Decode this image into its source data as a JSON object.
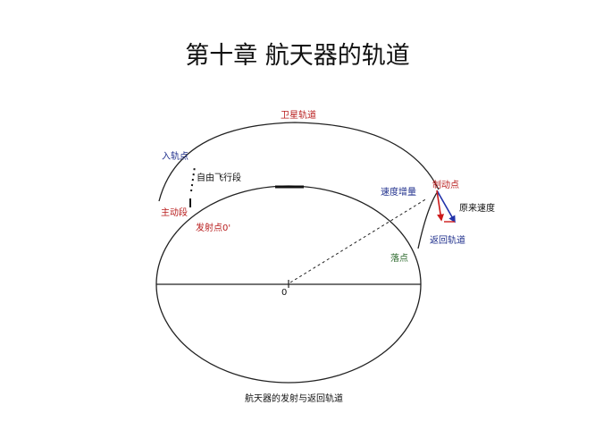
{
  "slide": {
    "title": "第十章  航天器的轨道"
  },
  "diagram": {
    "labels": {
      "satellite_orbit": "卫星轨道",
      "orbit_insertion_point": "入轨点",
      "free_flight_segment": "自由飞行段",
      "powered_segment": "主动段",
      "launch_point": "发射点0'",
      "braking_point": "制动点",
      "velocity_increment": "速度增量",
      "original_velocity": "原来速度",
      "return_orbit": "返回轨道",
      "landing_point": "落点",
      "center": "0",
      "caption": "航天器的发射与返回轨道"
    },
    "colors": {
      "red_label": "#b81c1c",
      "blue_label": "#1f2f8c",
      "green_label": "#2f6b2f",
      "line": "#222222",
      "red_arrow": "#cc1a1a",
      "blue_arrow": "#2233aa"
    }
  }
}
